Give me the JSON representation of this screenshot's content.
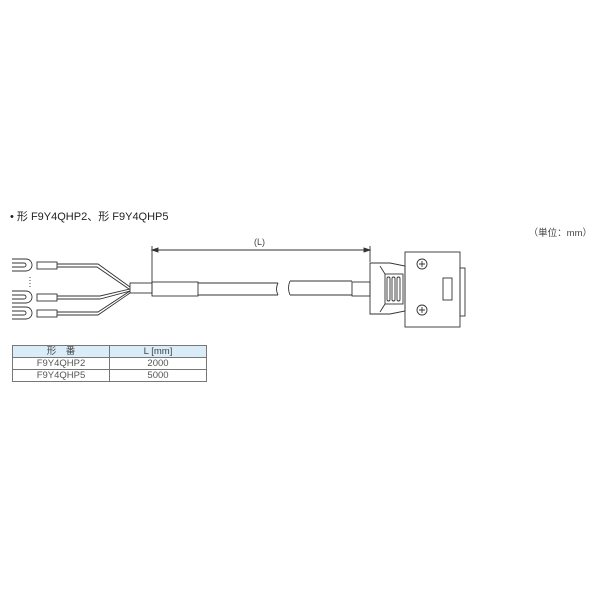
{
  "title": "• 形 F9Y4QHP2、形 F9Y4QHP5",
  "units": "（単位：mm）",
  "dimension_label": "(L)",
  "table": {
    "headers": [
      "形　番",
      "L [mm]"
    ],
    "rows": [
      [
        "F9Y4QHP2",
        "2000"
      ],
      [
        "F9Y4QHP5",
        "5000"
      ]
    ]
  },
  "colors": {
    "line": "#333333",
    "table_header_bg": "#d9ecf7"
  }
}
